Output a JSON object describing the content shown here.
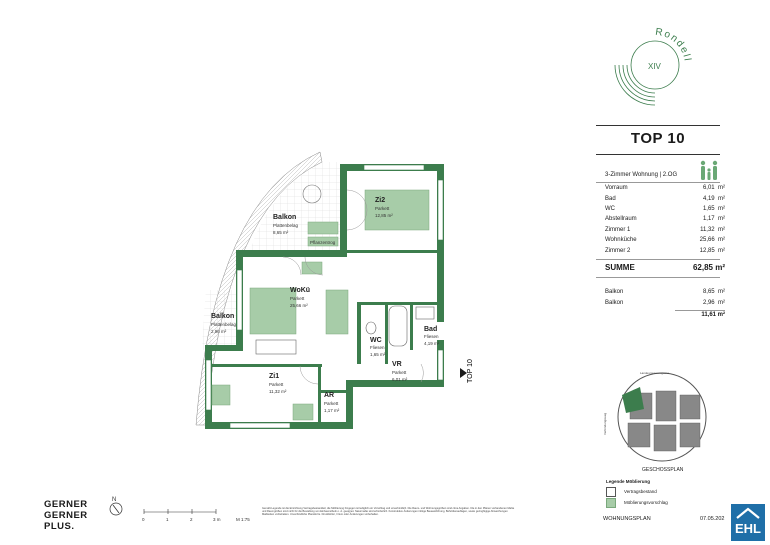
{
  "colors": {
    "wall": "#3c7d4d",
    "furniture": "#a7cca8",
    "accent": "#3c7d4d",
    "ehl_blue": "#1f6fa8"
  },
  "logo": {
    "text": "Rondelle",
    "numeral": "XIV"
  },
  "unit": {
    "title": "TOP 10",
    "subtitle": "3-Zimmer Wohnung | 2.OG",
    "icon": "family-icon",
    "rooms": [
      {
        "name": "Vorraum",
        "area": "6,01",
        "unit": "m²"
      },
      {
        "name": "Bad",
        "area": "4,19",
        "unit": "m²"
      },
      {
        "name": "WC",
        "area": "1,65",
        "unit": "m²"
      },
      {
        "name": "Abstellraum",
        "area": "1,17",
        "unit": "m²"
      },
      {
        "name": "Zimmer 1",
        "area": "11,32",
        "unit": "m²"
      },
      {
        "name": "Wohnküche",
        "area": "25,66",
        "unit": "m²"
      },
      {
        "name": "Zimmer 2",
        "area": "12,85",
        "unit": "m²"
      }
    ],
    "sum_label": "SUMME",
    "sum_value": "62,85 m²",
    "outdoor": [
      {
        "name": "Balkon",
        "area": "8,65",
        "unit": "m²"
      },
      {
        "name": "Balkon",
        "area": "2,96",
        "unit": "m²"
      }
    ],
    "outdoor_total": "11,61 m²"
  },
  "plan": {
    "balkon1": {
      "name": "Balkon",
      "floor": "Plattenbelag",
      "area": "8,65 m²"
    },
    "pflanzentrog": "Pflanzentrog",
    "zi2": {
      "name": "Zi2",
      "floor": "Parkett",
      "area": "12,85 m²"
    },
    "woku": {
      "name": "WoKü",
      "floor": "Parkett",
      "area": "25,66 m²"
    },
    "balkon2": {
      "name": "Balkon",
      "floor": "Plattenbelag",
      "area": "2,96 m²"
    },
    "wc": {
      "name": "WC",
      "floor": "Fliesen",
      "area": "1,65 m²"
    },
    "bad": {
      "name": "Bad",
      "floor": "Fliesen",
      "area": "4,19 m²"
    },
    "vr": {
      "name": "VR",
      "floor": "Parkett",
      "area": "6,01 m²"
    },
    "zi1": {
      "name": "Zi1",
      "floor": "Parkett",
      "area": "11,32 m²"
    },
    "ar": {
      "name": "AR",
      "floor": "Parkett",
      "area": "1,17 m²"
    },
    "side_label": "TOP 10"
  },
  "keyplan": {
    "top_label": "Landesmuseumgasse",
    "side_label": "Verbindungsweg",
    "caption": "GESCHOSSPLAN"
  },
  "legend": {
    "title": "Legende Möblierung",
    "items": [
      {
        "label": "Vertragsbestand"
      },
      {
        "label": "Möblierungsvorschlag"
      }
    ]
  },
  "footer": {
    "brand": [
      "GERNER",
      "GERNER",
      "PLUS."
    ],
    "north": "N",
    "scale_ticks": [
      "0",
      "1",
      "2",
      "3 m"
    ],
    "scale_ratio": "M 1:75",
    "disclaimer": [
      "Gemäß Legende ist die Einrichtung Vertragsbestandteil, die Möblierung hingegen ist lediglich ein Vorschlag und unverbindlich. Die Raum- und Wohnungsgrößen sind circa Angaben. Die in den Plänen vorhandenen Maße",
      "und Raumgrößen sind nicht für die Bestellung von Einbaumöbeln o. Ä. geeignet. Naturmaße sind erforderlich. Konstruktive Änderungen infolge Bauausführung, Behördenauflagen, sowie geringfügige Abweichungen",
      "Maßketten vorbehalten. Unverbindliche Planskizze. Druckfehler, Irrtum oder Änderungen vorbehalten."
    ],
    "doc_label": "WOHNUNGSPLAN",
    "date": "07.05.202",
    "ehl": "EHL"
  }
}
